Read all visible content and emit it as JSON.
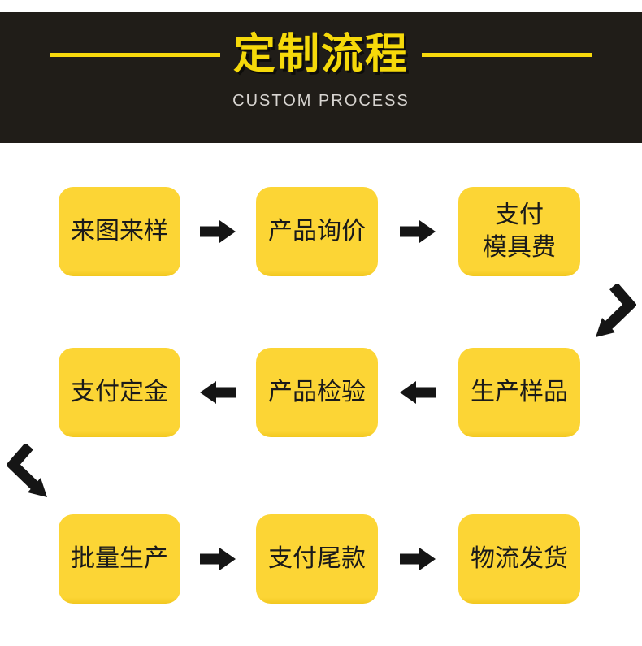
{
  "header": {
    "title": "定制流程",
    "subtitle": "CUSTOM PROCESS"
  },
  "flow": {
    "steps": [
      {
        "order": 1,
        "label": "来图来样"
      },
      {
        "order": 2,
        "label": "产品询价"
      },
      {
        "order": 3,
        "label": "支付\n模具费"
      },
      {
        "order": 4,
        "label": "生产样品"
      },
      {
        "order": 5,
        "label": "产品检验"
      },
      {
        "order": 6,
        "label": "支付定金"
      },
      {
        "order": 7,
        "label": "批量生产"
      },
      {
        "order": 8,
        "label": "支付尾款"
      },
      {
        "order": 9,
        "label": "物流发货"
      }
    ]
  },
  "colors": {
    "box_yellow": "#fcd535",
    "header_background": "#201d18",
    "title_yellow": "#f5d90a",
    "rule_yellow": "#f7d90c",
    "subtitle_gray": "#d8d5d1",
    "arrow_black": "#151515",
    "page_background": "#ffffff"
  }
}
